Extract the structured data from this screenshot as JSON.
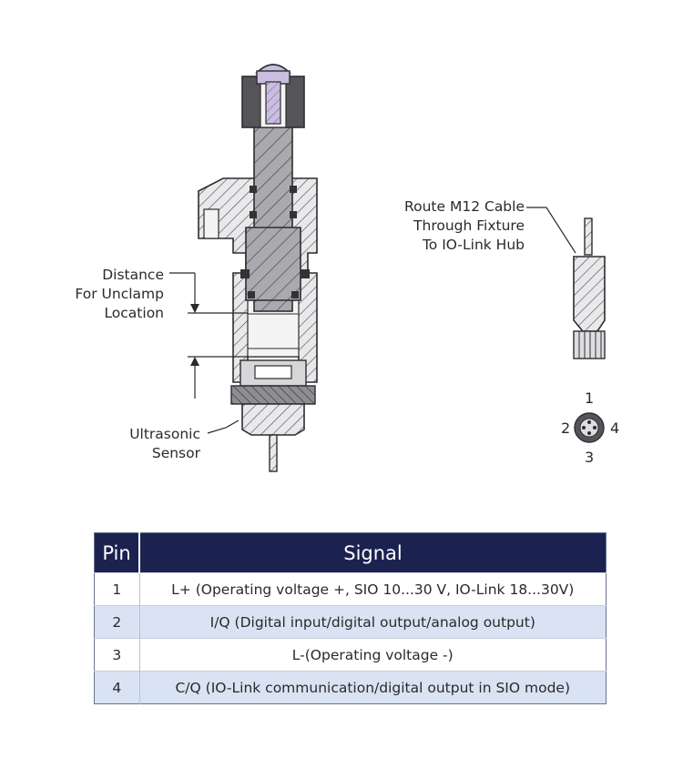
{
  "labels": {
    "distance": [
      "Distance",
      "For Unclamp",
      "Location"
    ],
    "sensor": [
      "Ultrasonic",
      "Sensor"
    ],
    "route": [
      "Route M12 Cable",
      "Through Fixture",
      "To IO-Link Hub"
    ]
  },
  "connector_pins": {
    "top": "1",
    "left": "2",
    "right": "4",
    "bottom": "3"
  },
  "table": {
    "headers": {
      "pin": "Pin",
      "signal": "Signal"
    },
    "rows": [
      {
        "pin": "1",
        "signal": "L+ (Operating voltage +, SIO 10...30 V, IO-Link 18...30V)"
      },
      {
        "pin": "2",
        "signal": "I/Q (Digital input/digital output/analog output)"
      },
      {
        "pin": "3",
        "signal": "L-(Operating voltage -)"
      },
      {
        "pin": "4",
        "signal": "C/Q (IO-Link communication/digital output in SIO mode)"
      }
    ]
  },
  "colors": {
    "header_bg": "#1b2250",
    "alt_row_bg": "#d9e3f4",
    "body_fill": "#e9e9eb",
    "screw_fill": "#c9bde0",
    "dark_part": "#555559"
  }
}
